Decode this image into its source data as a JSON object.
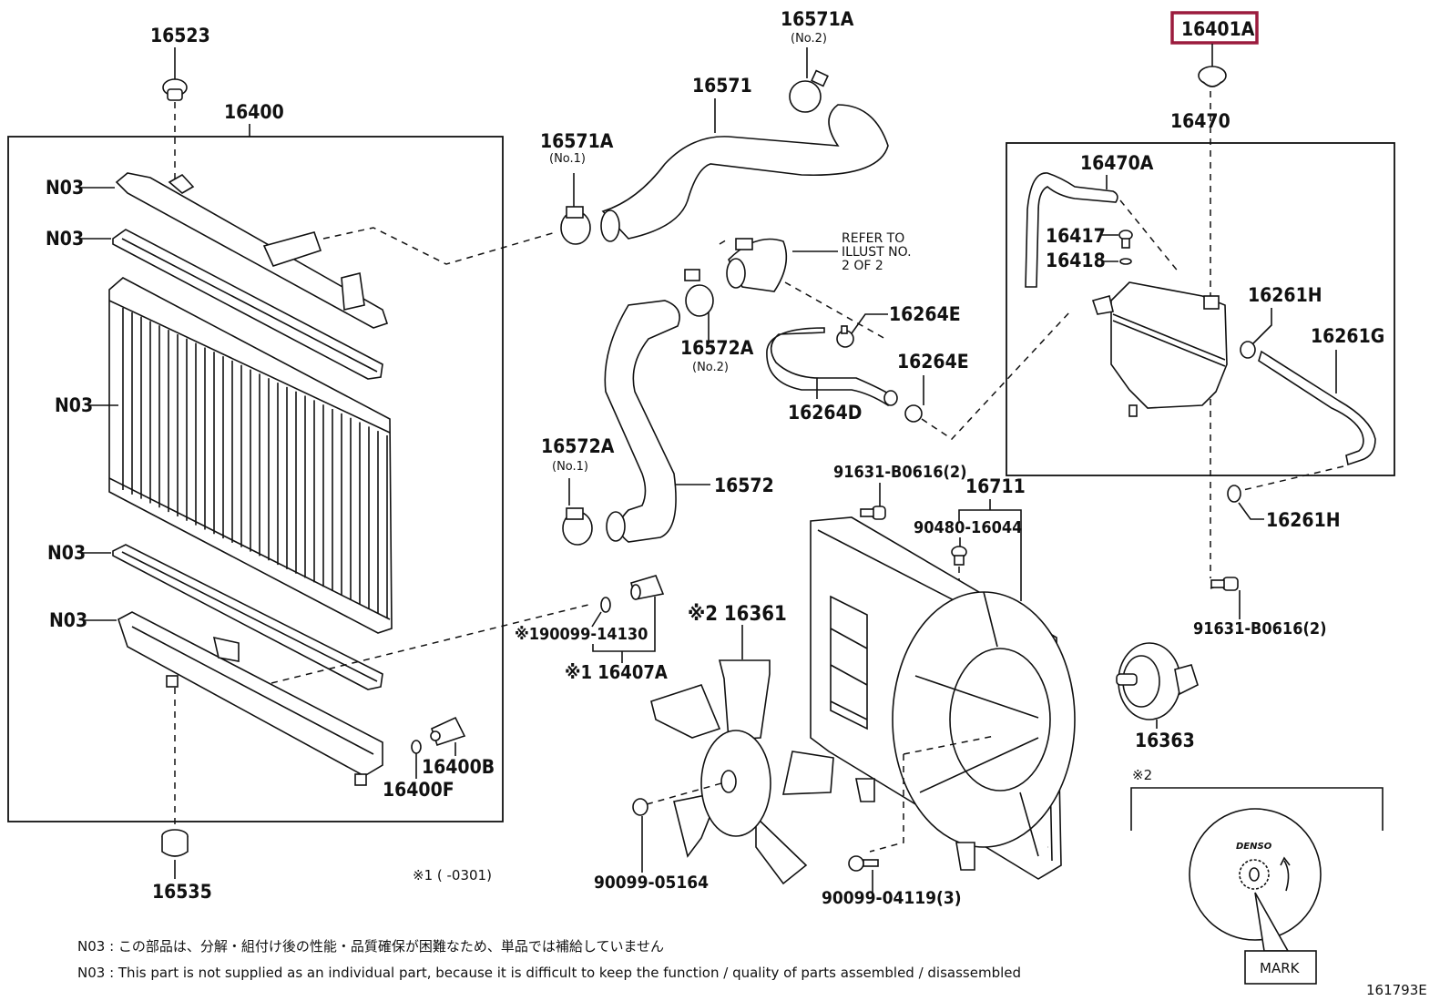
{
  "diagram": {
    "figure_id": "161793E",
    "highlight_color": "#9b1b3d",
    "labels": {
      "p16523": "16523",
      "p16400": "16400",
      "n03_1": "N03",
      "n03_2": "N03",
      "n03_3": "N03",
      "n03_4": "N03",
      "n03_5": "N03",
      "p16571A_no1": "16571A",
      "p16571A_no1_sub": "(No.1)",
      "p16571A_no2": "16571A",
      "p16571A_no2_sub": "(No.2)",
      "p16571": "16571",
      "refer1": "REFER  TO",
      "refer2": "ILLUST  NO.",
      "refer3": "2 OF 2",
      "p16572A_no2": "16572A",
      "p16572A_no2_sub": "(No.2)",
      "p16572A_no1": "16572A",
      "p16572A_no1_sub": "(No.1)",
      "p16572": "16572",
      "p16264E_1": "16264E",
      "p16264E_2": "16264E",
      "p16264D": "16264D",
      "p16401A": "16401A",
      "p16470": "16470",
      "p16470A": "16470A",
      "p16417": "16417",
      "p16418": "16418",
      "p16261H_1": "16261H",
      "p16261G": "16261G",
      "p16261H_2": "16261H",
      "p91631_1": "91631-B0616(2)",
      "p16711": "16711",
      "p90480": "90480-16044",
      "p91631_2": "91631-B0616(2)",
      "p190099": "※190099-14130",
      "p16407A": "※1 16407A",
      "p16361": "※2 16361",
      "p16363": "16363",
      "p16400B": "16400B",
      "p16400F": "16400F",
      "p16535": "16535",
      "p90099_05164": "90099-05164",
      "p90099_04119": "90099-04119(3)",
      "note_date": "※1 (       -0301)",
      "detail_mark": "※2",
      "denso": "DENSO",
      "mark_label": "MARK"
    },
    "notes": {
      "jp": "N03 : この部品は、分解・組付け後の性能・品質確保が困難なため、単品では補給していません",
      "en": "N03 : This part is not supplied as an individual part, because it is difficult to keep the function / quality of parts assembled / disassembled"
    }
  }
}
